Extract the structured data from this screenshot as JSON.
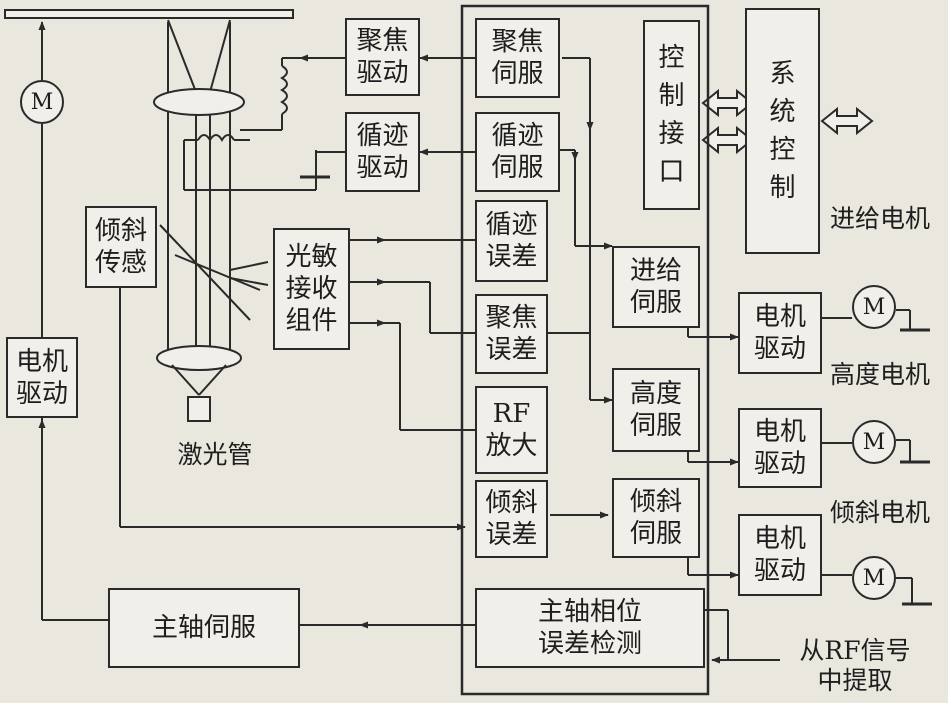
{
  "blocks": {
    "focus_drive": "聚焦\n驱动",
    "tracking_drive": "循迹\n驱动",
    "focus_servo": "聚焦\n伺服",
    "tracking_servo": "循迹\n伺服",
    "tracking_error": "循迹\n误差",
    "focus_error": "聚焦\n误差",
    "rf_amp": "RF\n放大",
    "tilt_error": "倾斜\n误差",
    "spindle_phase_detect": "主轴相位\n误差检测",
    "control_interface": "控\n制\n接\n口",
    "system_control": "系\n统\n控\n制",
    "feed_servo": "进给\n伺服",
    "height_servo": "高度\n伺服",
    "tilt_servo": "倾斜\n伺服",
    "motor_drive_1": "电机\n驱动",
    "motor_drive_2": "电机\n驱动",
    "motor_drive_3": "电机\n驱动",
    "tilt_sensor": "倾斜\n传感",
    "photo_receiver": "光敏\n接收\n组件",
    "spindle_motor_drive": "电机\n驱动",
    "spindle_servo": "主轴伺服"
  },
  "labels": {
    "laser_tube": "激光管",
    "feed_motor": "进给电机",
    "height_motor": "高度电机",
    "tilt_motor": "倾斜电机",
    "from_rf": "从RF信号\n中提取"
  },
  "motor_symbol": "M"
}
